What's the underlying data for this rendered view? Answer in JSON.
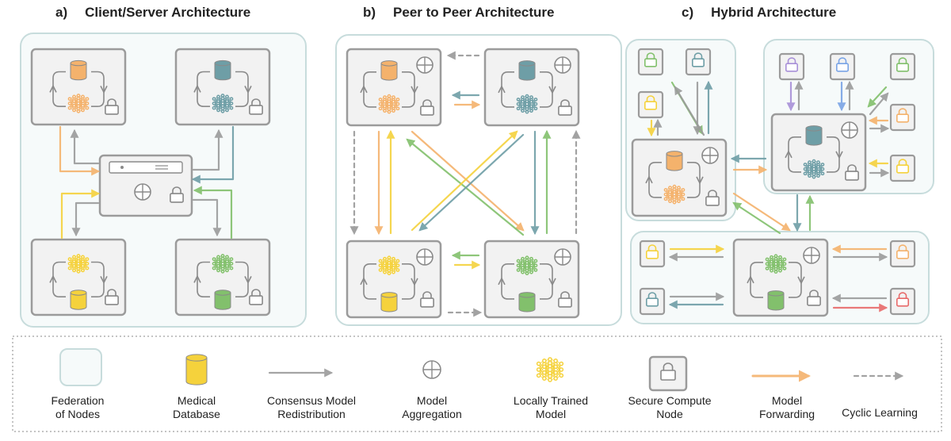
{
  "panels": {
    "a": {
      "tag": "a)",
      "title": "Client/Server Architecture"
    },
    "b": {
      "tag": "b)",
      "title": "Peer to Peer Architecture"
    },
    "c": {
      "tag": "c)",
      "title": "Hybrid Architecture"
    }
  },
  "legend": {
    "federation": {
      "line1": "Federation",
      "line2": "of Nodes"
    },
    "database": {
      "line1": "Medical",
      "line2": "Database"
    },
    "consensus": {
      "line1": "Consensus Model",
      "line2": "Redistribution"
    },
    "aggregation": {
      "line1": "Model",
      "line2": "Aggregation"
    },
    "trained": {
      "line1": "Locally Trained",
      "line2": "Model"
    },
    "secure": {
      "line1": "Secure Compute",
      "line2": "Node"
    },
    "forwarding": {
      "line1": "Model",
      "line2": "Forwarding"
    },
    "cyclic": {
      "line1": "Cyclic Learning"
    }
  },
  "colors": {
    "orange": "#f4b26c",
    "teal": "#6e9ea6",
    "yellow": "#f5d23c",
    "green": "#82c06c",
    "purple": "#a890d8",
    "blue": "#7aa4e6",
    "red": "#e86a6a",
    "gray": "#9b9b9b",
    "federation_border": "#c7dcdc",
    "federation_fill": "#eef5f5",
    "node_fill": "#f2f2f2",
    "node_border": "#9b9b9b"
  }
}
